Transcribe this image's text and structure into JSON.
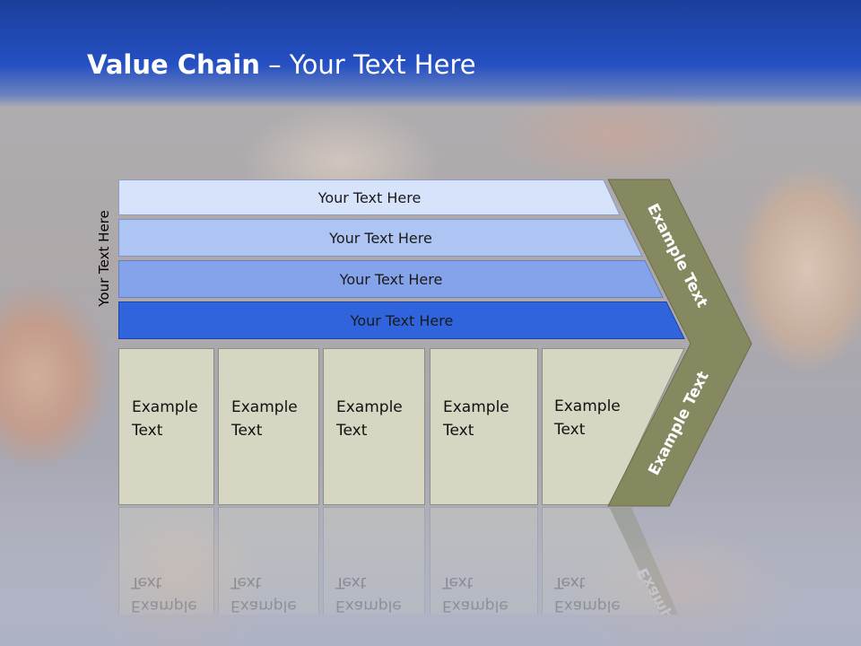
{
  "slide": {
    "title_bold": "Value Chain",
    "title_rest": " – Your Text Here",
    "side_label": "Your Text Here"
  },
  "bands": [
    {
      "label": "Your Text Here",
      "color": "#d7e3fa"
    },
    {
      "label": "Your Text Here",
      "color": "#aec4f2"
    },
    {
      "label": "Your Text Here",
      "color": "#84a3ea"
    },
    {
      "label": "Your Text Here",
      "color": "#2f64dc"
    }
  ],
  "boxes": [
    {
      "line1": "Example",
      "line2": "Text"
    },
    {
      "line1": "Example",
      "line2": "Text"
    },
    {
      "line1": "Example",
      "line2": "Text"
    },
    {
      "line1": "Example",
      "line2": "Text"
    },
    {
      "line1": "Example",
      "line2": "Text"
    }
  ],
  "chevron": {
    "upper_text": "Example Text",
    "lower_text": "Example Text",
    "color": "#868860"
  }
}
